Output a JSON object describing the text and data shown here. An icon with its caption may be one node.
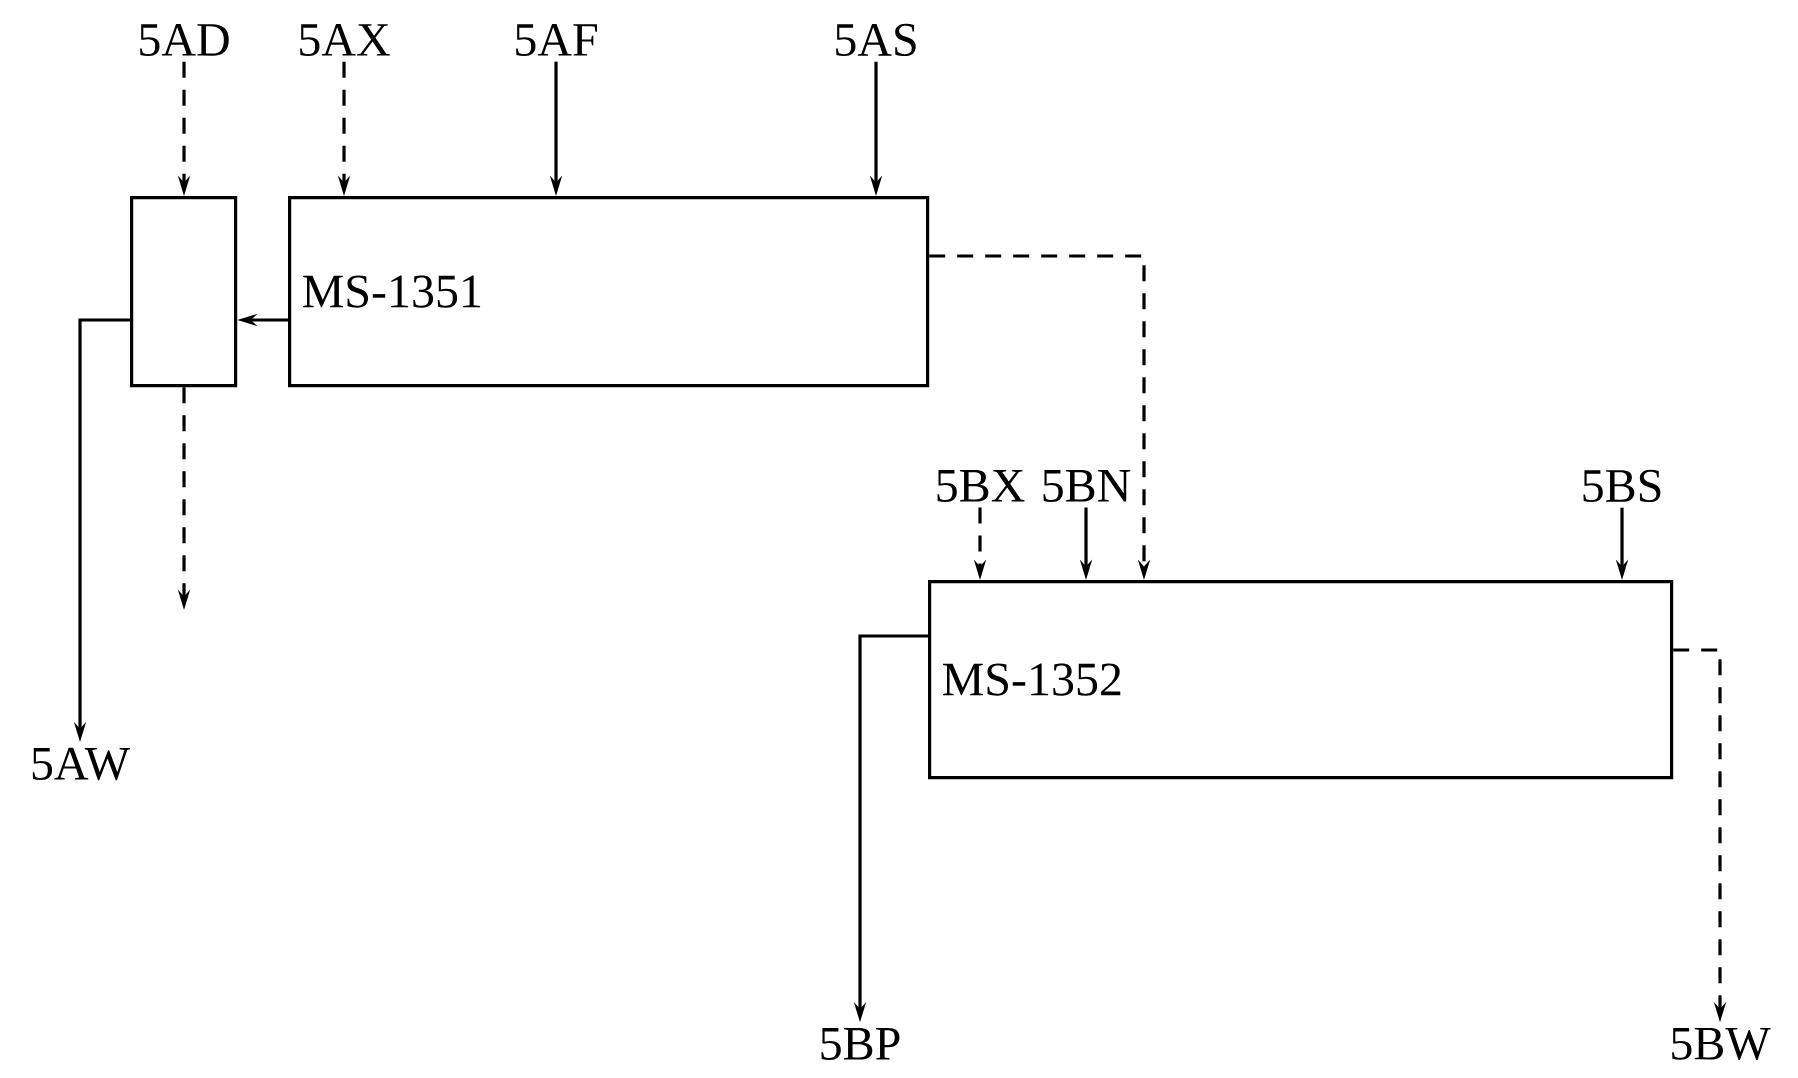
{
  "diagram": {
    "nodes": [
      {
        "text": [
          "5AD"
        ]
      },
      {
        "text": [
          "5AX"
        ]
      },
      {
        "text": [
          "5AF"
        ]
      },
      {
        "text": [
          "5AS"
        ]
      },
      {
        "text": [],
        "shape": "box"
      },
      {
        "text": [
          "MS-1351"
        ]
      },
      {
        "text": [
          "5BX"
        ]
      },
      {
        "text": [
          "5BN"
        ]
      },
      {
        "text": [
          "5BS"
        ]
      },
      {
        "text": [
          "MS-1352"
        ]
      },
      {
        "text": [
          "5AW"
        ]
      },
      {
        "text": [
          "5BP"
        ]
      },
      {
        "text": [
          "5BW"
        ]
      }
    ],
    "edges": [
      {
        "from": 0,
        "to": 4,
        "arrow": "to",
        "style": "dashed"
      },
      {
        "from": 1,
        "to": 5,
        "arrow": "to",
        "style": "dashed"
      },
      {
        "from": 2,
        "to": 5,
        "arrow": "to"
      },
      {
        "from": 3,
        "to": 5,
        "arrow": "to"
      },
      {
        "from": 5,
        "to": 4,
        "arrow": "to"
      },
      {
        "from": 4,
        "to": 10,
        "arrow": "to"
      },
      {
        "from": 4,
        "to": null,
        "arrow": "to",
        "style": "dashed"
      },
      {
        "from": 5,
        "to": 9,
        "arrow": "to",
        "style": "dashed"
      },
      {
        "from": 6,
        "to": 9,
        "arrow": "to",
        "style": "dashed"
      },
      {
        "from": 7,
        "to": 9,
        "arrow": "to"
      },
      {
        "from": 8,
        "to": 9,
        "arrow": "to"
      },
      {
        "from": 9,
        "to": 11,
        "arrow": "to"
      },
      {
        "from": 9,
        "to": 12,
        "arrow": "to",
        "style": "dashed"
      }
    ]
  }
}
